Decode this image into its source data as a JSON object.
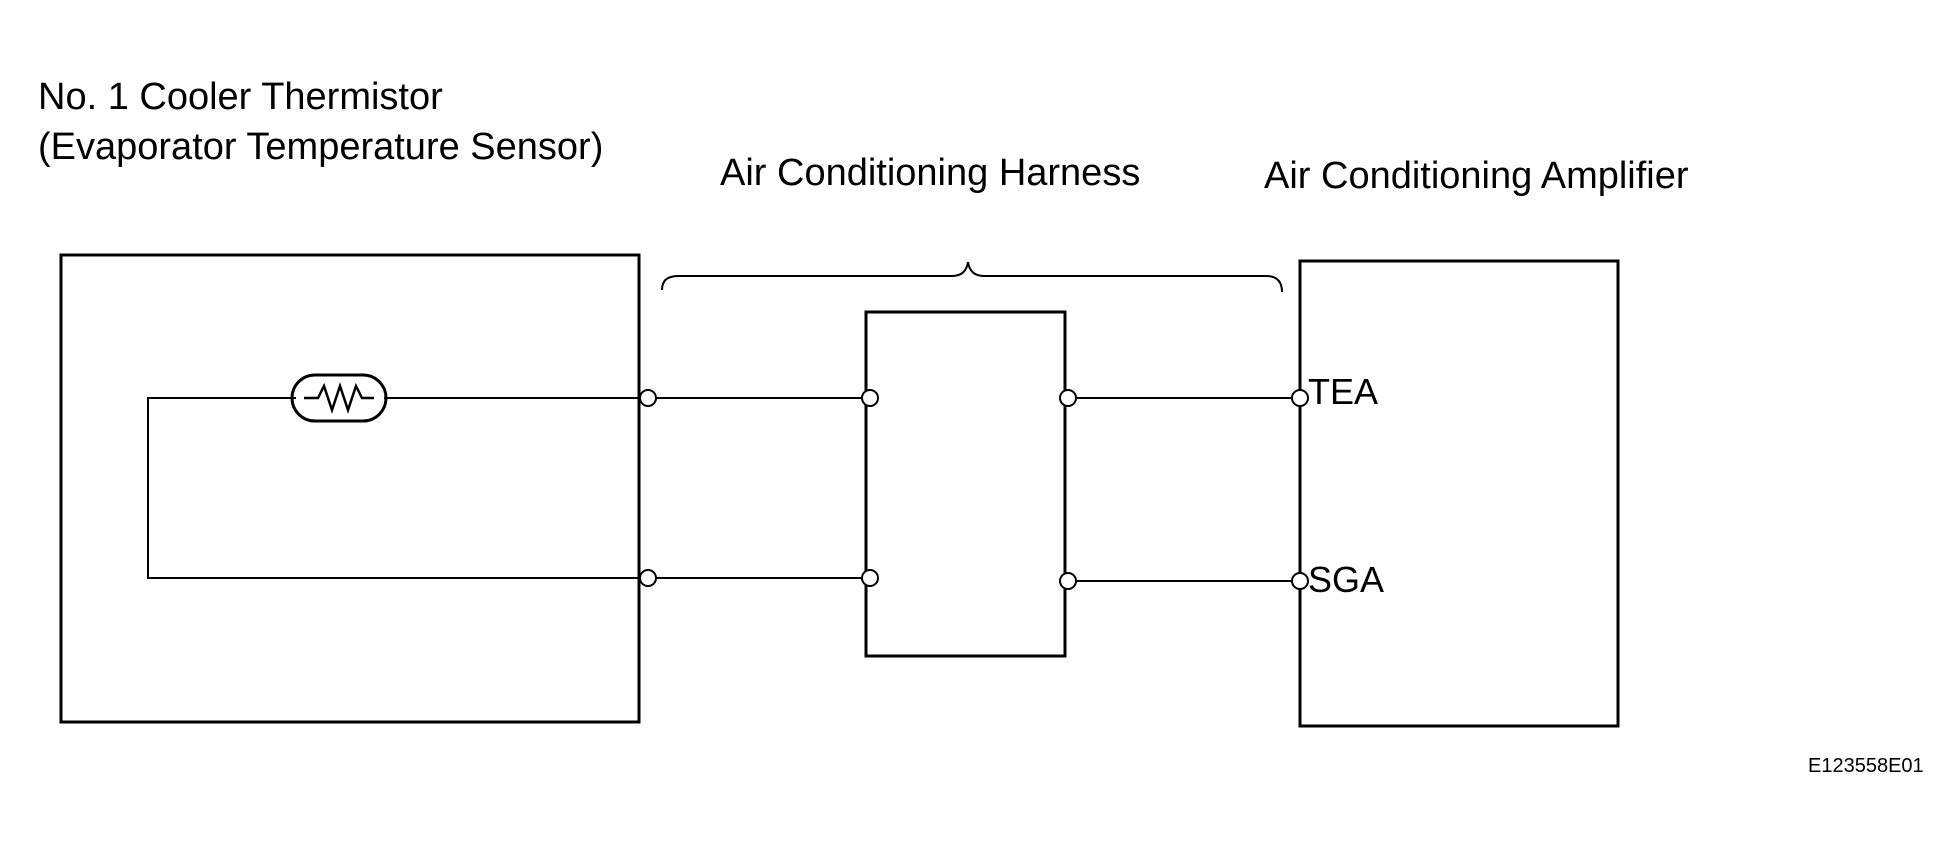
{
  "diagram": {
    "sensor_title_line1": "No. 1 Cooler Thermistor",
    "sensor_title_line2": "(Evaporator Temperature Sensor)",
    "harness_title": "Air Conditioning Harness",
    "amplifier_title": "Air Conditioning Amplifier",
    "pins": {
      "tea": "TEA",
      "sga": "SGA"
    },
    "figure_id": "E123558E01",
    "line_color": "#000000",
    "background_color": "#ffffff"
  }
}
